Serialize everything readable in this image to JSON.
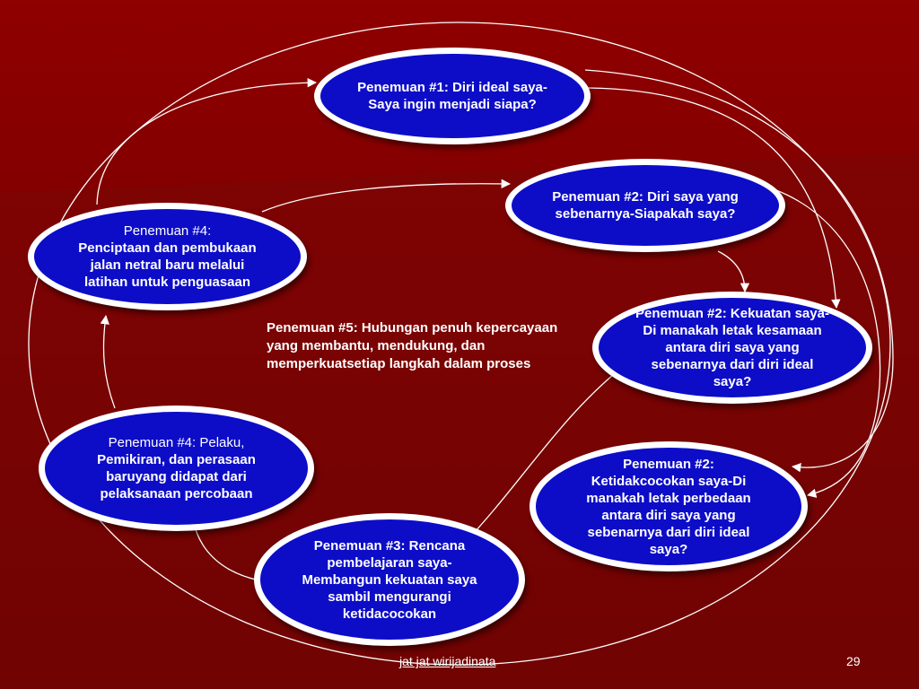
{
  "slide": {
    "background_colors": {
      "top": "#8f0000",
      "bottom": "#650000",
      "accent": "#7a0505"
    },
    "node_fill": "#0d0dc8",
    "node_border": "#ffffff"
  },
  "nodes": {
    "n1": {
      "text": "Penemuan #1: Diri ideal saya-Saya ingin menjadi siapa?"
    },
    "n2": {
      "text": "Penemuan #2: Diri saya yang sebenarnya-Siapakah saya?"
    },
    "n2b": {
      "text": "Penemuan #2: Kekuatan saya-Di manakah letak kesamaan antara diri saya yang sebenarnya dari diri ideal saya?"
    },
    "n2c": {
      "text": "Penemuan #2: Ketidakcocokan saya-Di manakah letak perbedaan antara diri saya yang sebenarnya dari diri ideal saya?"
    },
    "n3": {
      "text": "Penemuan #3: Rencana pembelajaran saya-Membangun kekuatan saya sambil mengurangi ketidacocokan"
    },
    "n4a": {
      "heading": "Penemuan #4: Pelaku,",
      "text": "Pemikiran, dan perasaan baruyang didapat dari pelaksanaan percobaan"
    },
    "n4b": {
      "heading": "Penemuan #4:",
      "text": "Penciptaan dan pembukaan jalan netral baru melalui latihan untuk penguasaan"
    }
  },
  "center": {
    "text": "Penemuan #5: Hubungan penuh kepercayaan yang membantu, mendukung, dan memperkuatsetiap langkah dalam proses"
  },
  "footer": {
    "author": "jat jat wirijadinata",
    "page": "29"
  }
}
